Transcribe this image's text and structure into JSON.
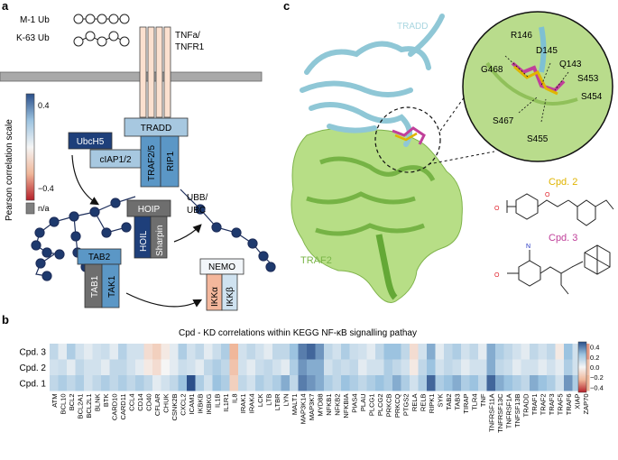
{
  "panels": {
    "a": "a",
    "b": "b",
    "c": "c"
  },
  "panel_a": {
    "ub_legend": [
      {
        "label": "M-1 Ub"
      },
      {
        "label": "K-63 Ub"
      }
    ],
    "receptor_label_1": "TNFa/",
    "receptor_label_2": "TNFR1",
    "colorbar": {
      "title": "Pearson correlation scale",
      "tick_high": "0.4",
      "tick_low": "−0.4",
      "na_label": "n/a",
      "colors": {
        "high": "#2b4f8a",
        "mid": "#f5f5f5",
        "low": "#b5202a",
        "na": "#7f7f7f"
      }
    },
    "boxes": {
      "tradd": "TRADD",
      "ubch5": "UbcH5",
      "ciap": "cIAP1/2",
      "traf25": "TRAF2/5",
      "rip1": "RIP1",
      "hoip": "HOIP",
      "hoil": "HOIL",
      "sharpin": "Sharpin",
      "tab2": "TAB2",
      "tab1": "TAB1",
      "tak1": "TAK1",
      "nemo": "NEMO",
      "ikka": "IKKα",
      "ikkb": "IKKβ"
    },
    "ubb_label_1": "UBB/",
    "ubb_label_2": "UBC"
  },
  "panel_c": {
    "tradd_label": "TRADD",
    "traf2_label": "TRAF2",
    "residues": [
      "R146",
      "D145",
      "Q143",
      "G468",
      "S453",
      "S454",
      "S467",
      "S455"
    ],
    "cpd2_label": "Cpd. 2",
    "cpd3_label": "Cpd. 3",
    "colors": {
      "tradd": "#9fd1dc",
      "traf2": "#8dc63f",
      "cpd2": "#e0b400",
      "cpd3": "#c0409a"
    }
  },
  "panel_b": {
    "title": "Cpd - KD correlations within KEGG NF-κB signalling pathay",
    "rows": [
      "Cpd. 3",
      "Cpd. 2",
      "Cpd. 1"
    ],
    "genes": [
      "ATM",
      "BCL10",
      "BCL2",
      "BCL2A1",
      "BCL2L1",
      "BLNK",
      "BTK",
      "CARD10",
      "CARD11",
      "CCL4",
      "CD14",
      "CD40",
      "CFLAR",
      "CHUK",
      "CSNK2B",
      "CXCL2",
      "ICAM1",
      "IKBKB",
      "IKBKG",
      "IL1B",
      "IL1R1",
      "IL8",
      "IRAK1",
      "IRAK4",
      "LCK",
      "LTB",
      "LTBR",
      "LYN",
      "MALT1",
      "MAP3K14",
      "MAP3K7",
      "MYD88",
      "NFKB1",
      "NFKB2",
      "NFKBIA",
      "PIAS4",
      "PLAU",
      "PLCG1",
      "PLCG2",
      "PRKCB",
      "PRKCQ",
      "PTGS2",
      "RELA",
      "RELB",
      "RIPK1",
      "SYK",
      "TAB2",
      "TAB3",
      "TIRAP",
      "TLR4",
      "TNF",
      "TNFRSF11A",
      "TNFRSF13C",
      "TNFRSF1A",
      "TNFSF13B",
      "TRADD",
      "TRAF1",
      "TRAF2",
      "TRAF3",
      "TRAF5",
      "TRAF6",
      "XIAP",
      "ZAP70"
    ],
    "matrix": [
      [
        0.15,
        0.05,
        0.2,
        0.1,
        0.05,
        0.1,
        0.12,
        0.05,
        0.18,
        0.1,
        0.1,
        -0.1,
        -0.15,
        -0.05,
        0.05,
        0.2,
        0.1,
        0.15,
        0.05,
        0.12,
        0.2,
        -0.25,
        0.1,
        0.15,
        0.1,
        0.05,
        0.15,
        0.15,
        0.25,
        0.4,
        0.45,
        0.35,
        0.15,
        0.1,
        0.2,
        0.12,
        0.1,
        0.05,
        0.15,
        0.25,
        0.25,
        0.15,
        -0.1,
        0.1,
        0.3,
        0.05,
        0.15,
        0.2,
        0.1,
        0.15,
        0.05,
        0.3,
        0.2,
        0.15,
        0.1,
        0.05,
        0.15,
        0.1,
        0.15,
        -0.05,
        0.25,
        0.1,
        -0.3
      ],
      [
        0.1,
        0.12,
        0.05,
        0.15,
        0.1,
        0.1,
        0.05,
        0.15,
        0.15,
        0.1,
        0.05,
        -0.05,
        -0.1,
        0.0,
        0.05,
        0.12,
        0.1,
        0.05,
        0.15,
        0.2,
        0.15,
        -0.2,
        0.1,
        0.05,
        0.12,
        0.15,
        0.1,
        0.05,
        0.2,
        0.35,
        0.3,
        0.3,
        0.1,
        0.15,
        0.12,
        0.15,
        0.05,
        0.1,
        0.1,
        0.2,
        0.15,
        0.1,
        -0.05,
        0.15,
        0.25,
        0.1,
        0.15,
        0.12,
        0.05,
        0.1,
        0.1,
        0.3,
        0.15,
        0.12,
        0.05,
        0.1,
        0.1,
        0.05,
        0.1,
        0.05,
        0.2,
        0.1,
        -0.2
      ],
      [
        0.15,
        0.2,
        0.15,
        0.2,
        0.1,
        0.15,
        0.2,
        0.15,
        0.2,
        0.15,
        0.2,
        0.15,
        0.05,
        0.1,
        0.15,
        0.25,
        0.5,
        0.2,
        0.1,
        0.25,
        0.2,
        -0.15,
        0.15,
        0.1,
        0.2,
        0.15,
        0.2,
        0.3,
        0.15,
        0.4,
        0.35,
        0.3,
        0.2,
        0.15,
        0.25,
        0.2,
        0.15,
        0.2,
        0.25,
        0.2,
        0.3,
        0.2,
        0.1,
        0.2,
        0.45,
        0.2,
        0.25,
        0.3,
        0.2,
        0.25,
        0.15,
        0.45,
        0.3,
        0.25,
        0.2,
        0.15,
        0.3,
        0.25,
        0.2,
        0.1,
        0.35,
        0.2,
        -0.25
      ]
    ],
    "colorbar": {
      "ticks": [
        "0.4",
        "0.2",
        "0.0",
        "−0.2",
        "−0.4"
      ],
      "range": [
        -0.5,
        0.5
      ]
    }
  }
}
